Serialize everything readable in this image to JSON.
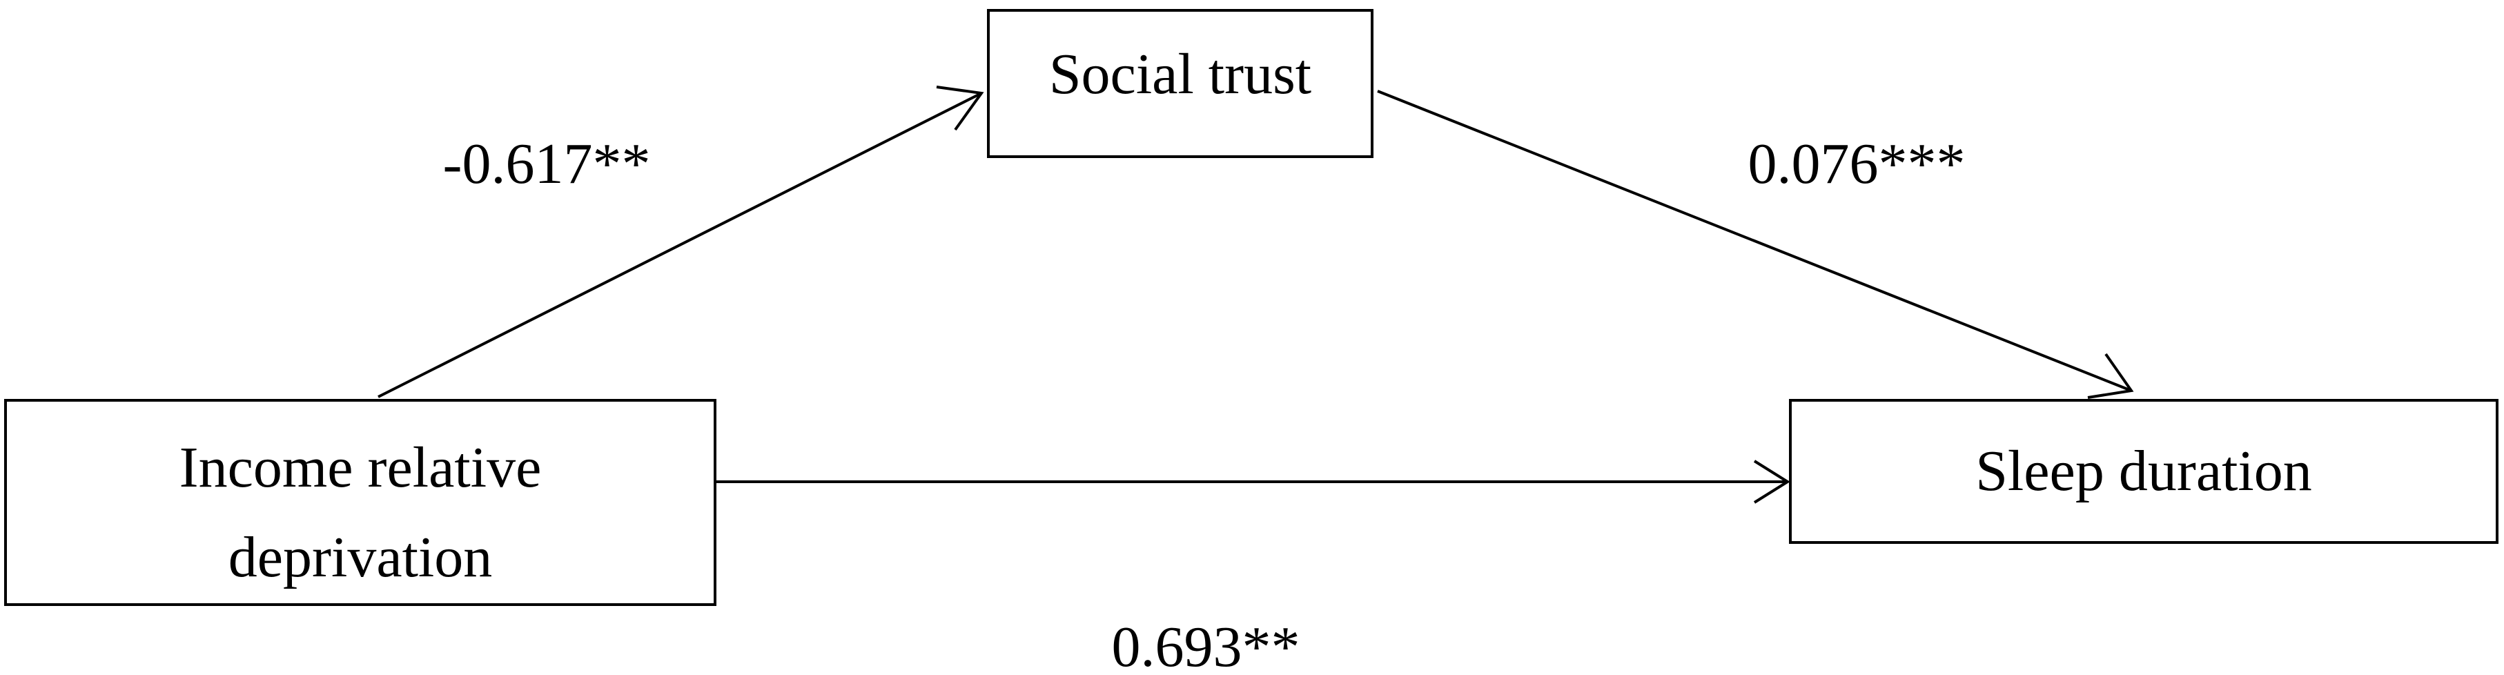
{
  "nodes": {
    "income": {
      "line1": "Income relative",
      "line2": "deprivation"
    },
    "social_trust": {
      "label": "Social trust"
    },
    "sleep": {
      "label": "Sleep duration"
    }
  },
  "paths": {
    "income_to_social_trust": "-0.617**",
    "social_trust_to_sleep": "0.076***",
    "income_to_sleep": "0.693**"
  }
}
